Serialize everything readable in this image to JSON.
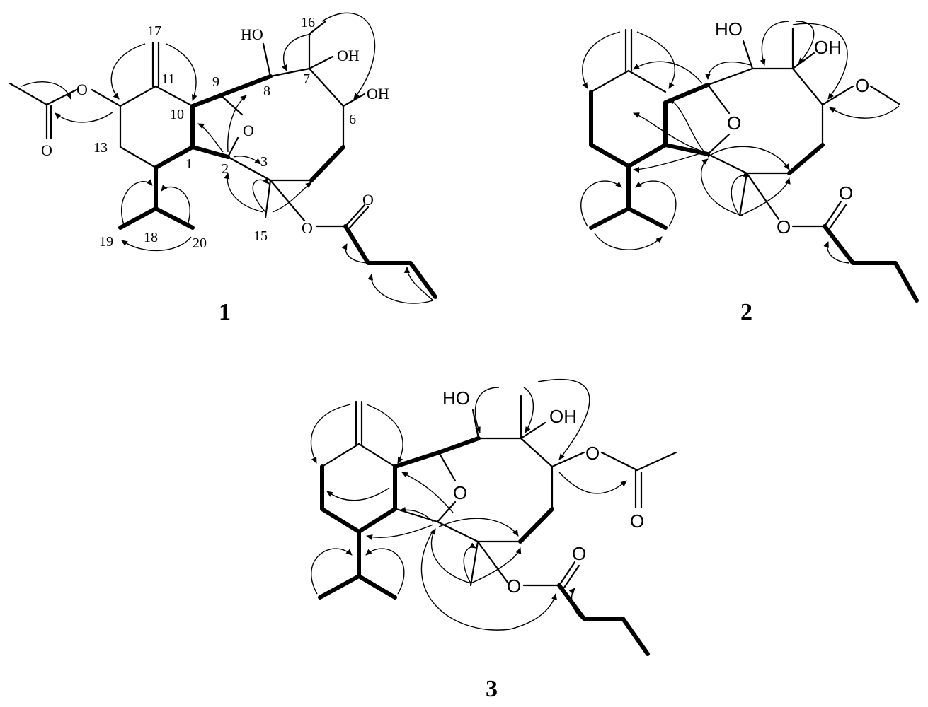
{
  "compounds": [
    {
      "id": "1",
      "labels": {
        "ho8": "HO",
        "oh7": "OH",
        "oh6": "OH",
        "o_ring": "O",
        "o_ac": "O",
        "o_keto": "O",
        "o_bu": "O",
        "o_bu_keto": "O"
      },
      "atom_numbers": [
        "17",
        "11",
        "9",
        "8",
        "7",
        "16",
        "6",
        "10",
        "1",
        "2",
        "3",
        "13",
        "15",
        "18",
        "19",
        "20"
      ]
    },
    {
      "id": "2",
      "labels": {
        "ho": "HO",
        "oh": "OH",
        "o_ring": "O",
        "o_me": "O",
        "o_bu": "O",
        "o_bu_keto": "O"
      }
    },
    {
      "id": "3",
      "labels": {
        "ho": "HO",
        "oh": "OH",
        "o_ring": "O",
        "o_ac": "O",
        "o_ac_keto": "O",
        "o_bu": "O",
        "o_bu_keto": "O"
      }
    }
  ],
  "colors": {
    "ink": "#000000",
    "background": "#ffffff"
  }
}
